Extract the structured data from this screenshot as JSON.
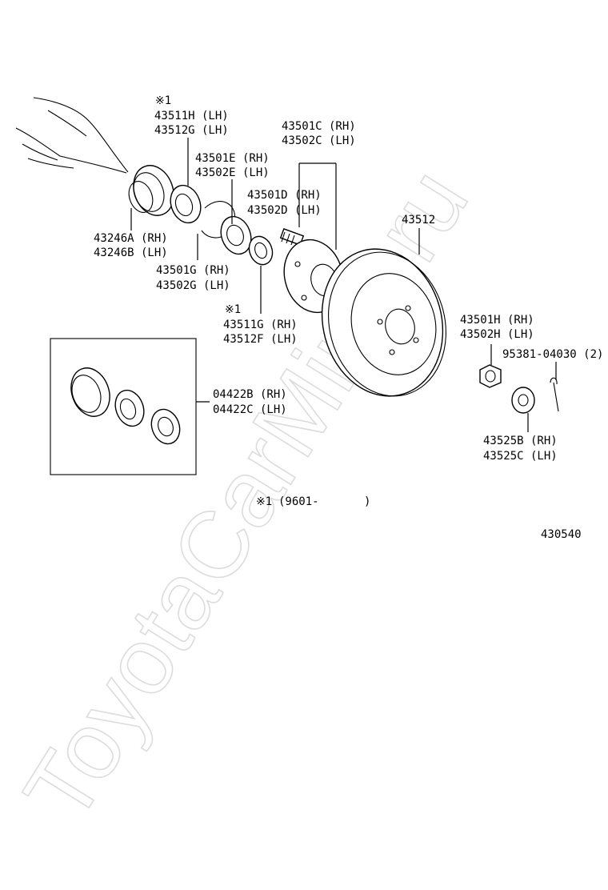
{
  "watermark": "ToyotaCarMine.ru",
  "diagram_code": "430540",
  "footnote": {
    "mark": "※1",
    "text": "(9601-",
    "close": ")"
  },
  "labels": {
    "l_43511h_mark": "※1",
    "l_43511h": "43511H (LH)",
    "l_43512g": "43512G (LH)",
    "l_43501c": "43501C (RH)",
    "l_43502c": "43502C (LH)",
    "l_43501e": "43501E (RH)",
    "l_43502e": "43502E (LH)",
    "l_43501d": "43501D (RH)",
    "l_43502d": "43502D (LH)",
    "l_43512": "43512",
    "l_43246a": "43246A (RH)",
    "l_43246b": "43246B (LH)",
    "l_43501g": "43501G (RH)",
    "l_43502g": "43502G (LH)",
    "l_43511g_mark": "※1",
    "l_43511g": "43511G (RH)",
    "l_43512f": "43512F (LH)",
    "l_43501h": "43501H (RH)",
    "l_43502h": "43502H (LH)",
    "l_95381": "95381-04030 (2)",
    "l_04422b": "04422B (RH)",
    "l_04422c": "04422C (LH)",
    "l_43525b": "43525B (RH)",
    "l_43525c": "43525C (LH)"
  }
}
